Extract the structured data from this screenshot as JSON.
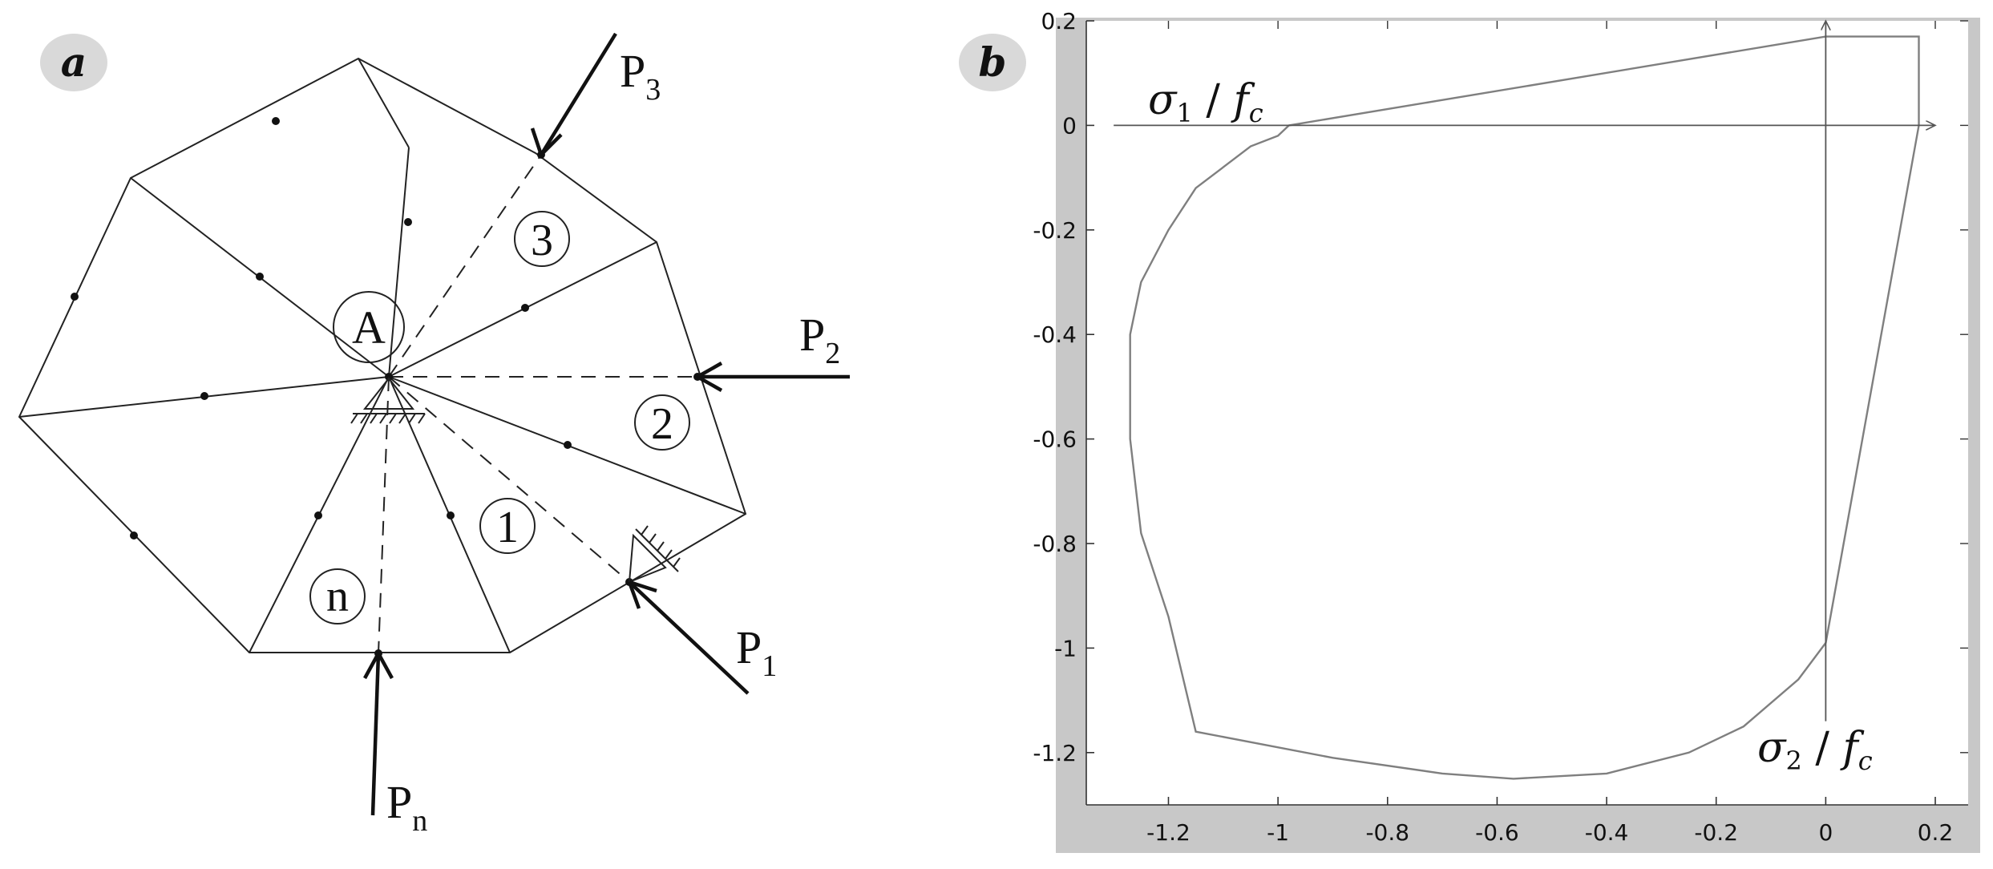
{
  "panel_a": {
    "letter": "a",
    "node_label": "A",
    "element_labels": [
      "3",
      "2",
      "1",
      "n"
    ],
    "loads": [
      {
        "base": "P",
        "sub": "3"
      },
      {
        "base": "P",
        "sub": "2"
      },
      {
        "base": "P",
        "sub": "1"
      },
      {
        "base": "P",
        "sub": "n"
      }
    ]
  },
  "panel_b": {
    "letter": "b",
    "axis_h_label": {
      "sigma": "σ",
      "sub": "1",
      "div": " / ",
      "f": "f",
      "fsub": "c"
    },
    "axis_v_label": {
      "sigma": "σ",
      "sub": "2",
      "div": " / ",
      "f": "f",
      "fsub": "c"
    }
  },
  "chart_data": {
    "type": "line",
    "title": "",
    "xlabel": "",
    "ylabel": "",
    "xlim": [
      -1.35,
      0.26
    ],
    "ylim": [
      -1.3,
      0.2
    ],
    "x_ticks": [
      "-1.2",
      "-1",
      "-0.8",
      "-0.6",
      "-0.4",
      "-0.2",
      "0",
      "0.2"
    ],
    "y_ticks": [
      "0.2",
      "0",
      "-0.2",
      "-0.4",
      "-0.6",
      "-0.8",
      "-1",
      "-1.2"
    ],
    "series": [
      {
        "x": [
          -0.98,
          0.0,
          0.17,
          0.17,
          0.0,
          -0.05,
          -0.15,
          -0.25,
          -0.4,
          -0.57,
          -0.7,
          -0.9,
          -1.15,
          -1.2,
          -1.25,
          -1.27,
          -1.27,
          -1.25,
          -1.2,
          -1.15,
          -1.1,
          -1.05,
          -1.0,
          -0.98
        ],
        "y": [
          0.0,
          0.17,
          0.17,
          0.0,
          -0.99,
          -1.06,
          -1.15,
          -1.2,
          -1.24,
          -1.25,
          -1.24,
          -1.21,
          -1.16,
          -0.94,
          -0.78,
          -0.6,
          -0.4,
          -0.3,
          -0.2,
          -0.12,
          -0.08,
          -0.04,
          -0.02,
          0.0
        ]
      }
    ],
    "grid": false,
    "legend": "none",
    "line_color": "#7f7f7f"
  }
}
